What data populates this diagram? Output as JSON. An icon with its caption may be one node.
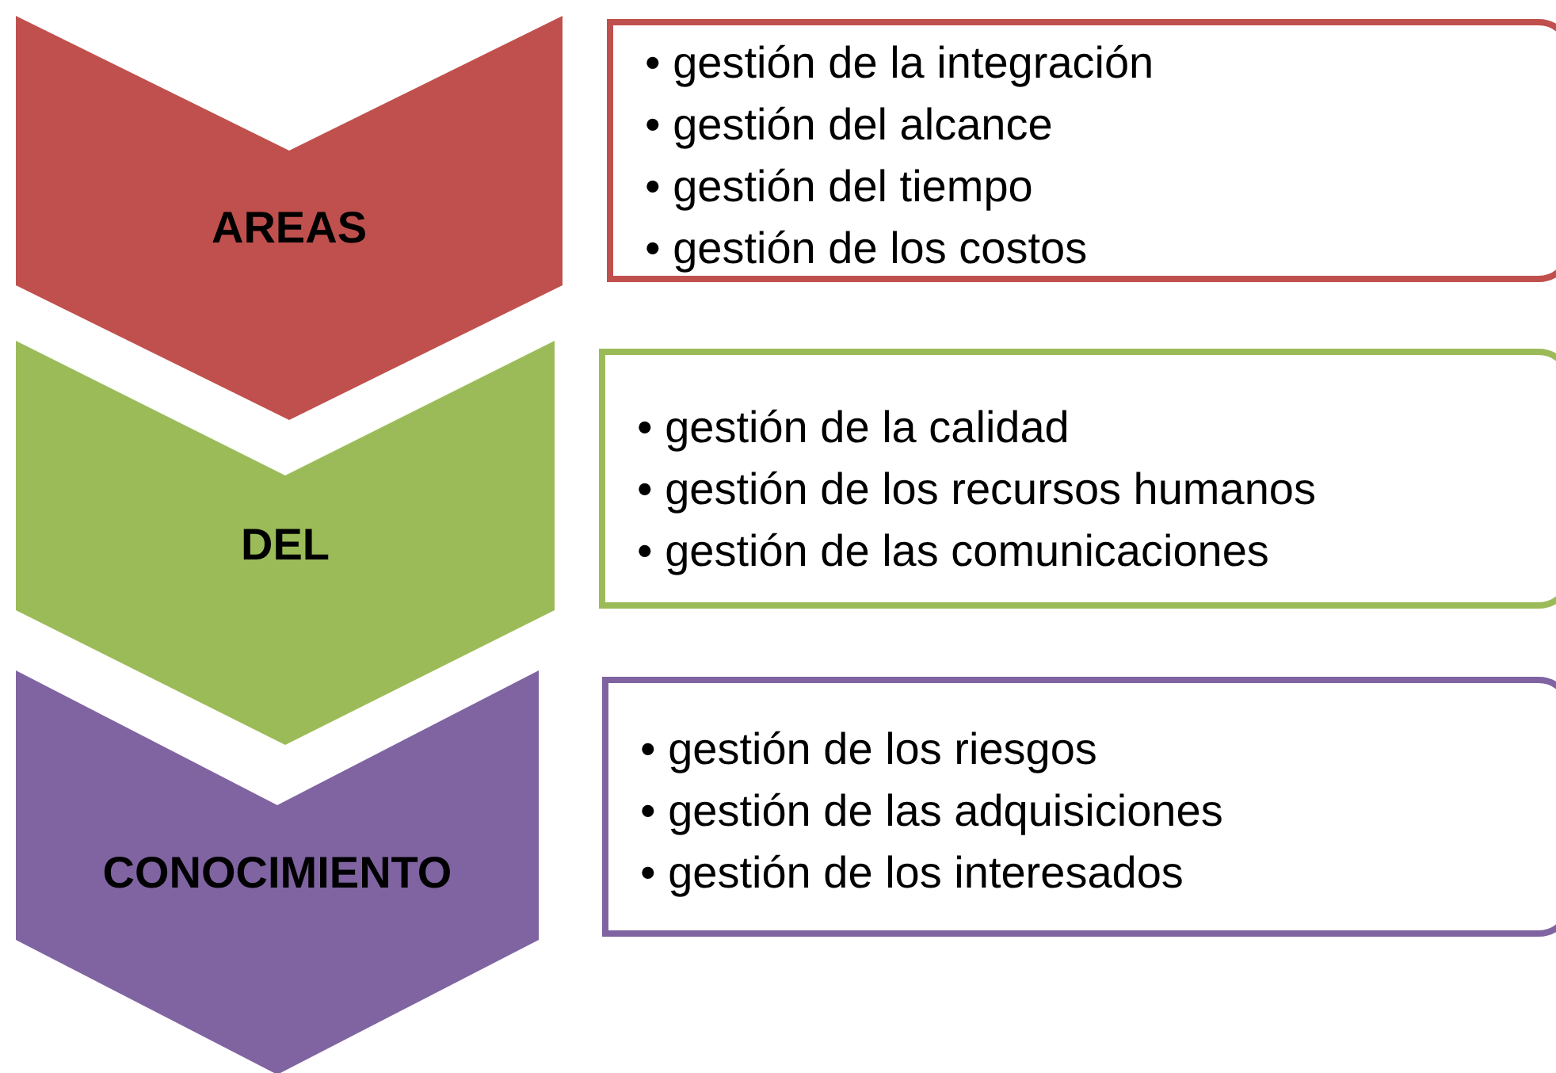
{
  "diagram": {
    "nodes": [
      {
        "text": [
          "AREAS"
        ]
      },
      {
        "text": [
          "• gestión de la integración",
          "• gestión del alcance",
          "• gestión del tiempo",
          "• gestión de los costos"
        ]
      },
      {
        "text": [
          "DEL"
        ]
      },
      {
        "text": [
          "• gestión de la calidad",
          "• gestión de los recursos humanos",
          "• gestión de las comunicaciones"
        ]
      },
      {
        "text": [
          "CONOCIMIENTO"
        ]
      },
      {
        "text": [
          "• gestión de los riesgos",
          "• gestión de las adquisiciones",
          "• gestión de los interesados"
        ]
      }
    ],
    "edges": []
  }
}
